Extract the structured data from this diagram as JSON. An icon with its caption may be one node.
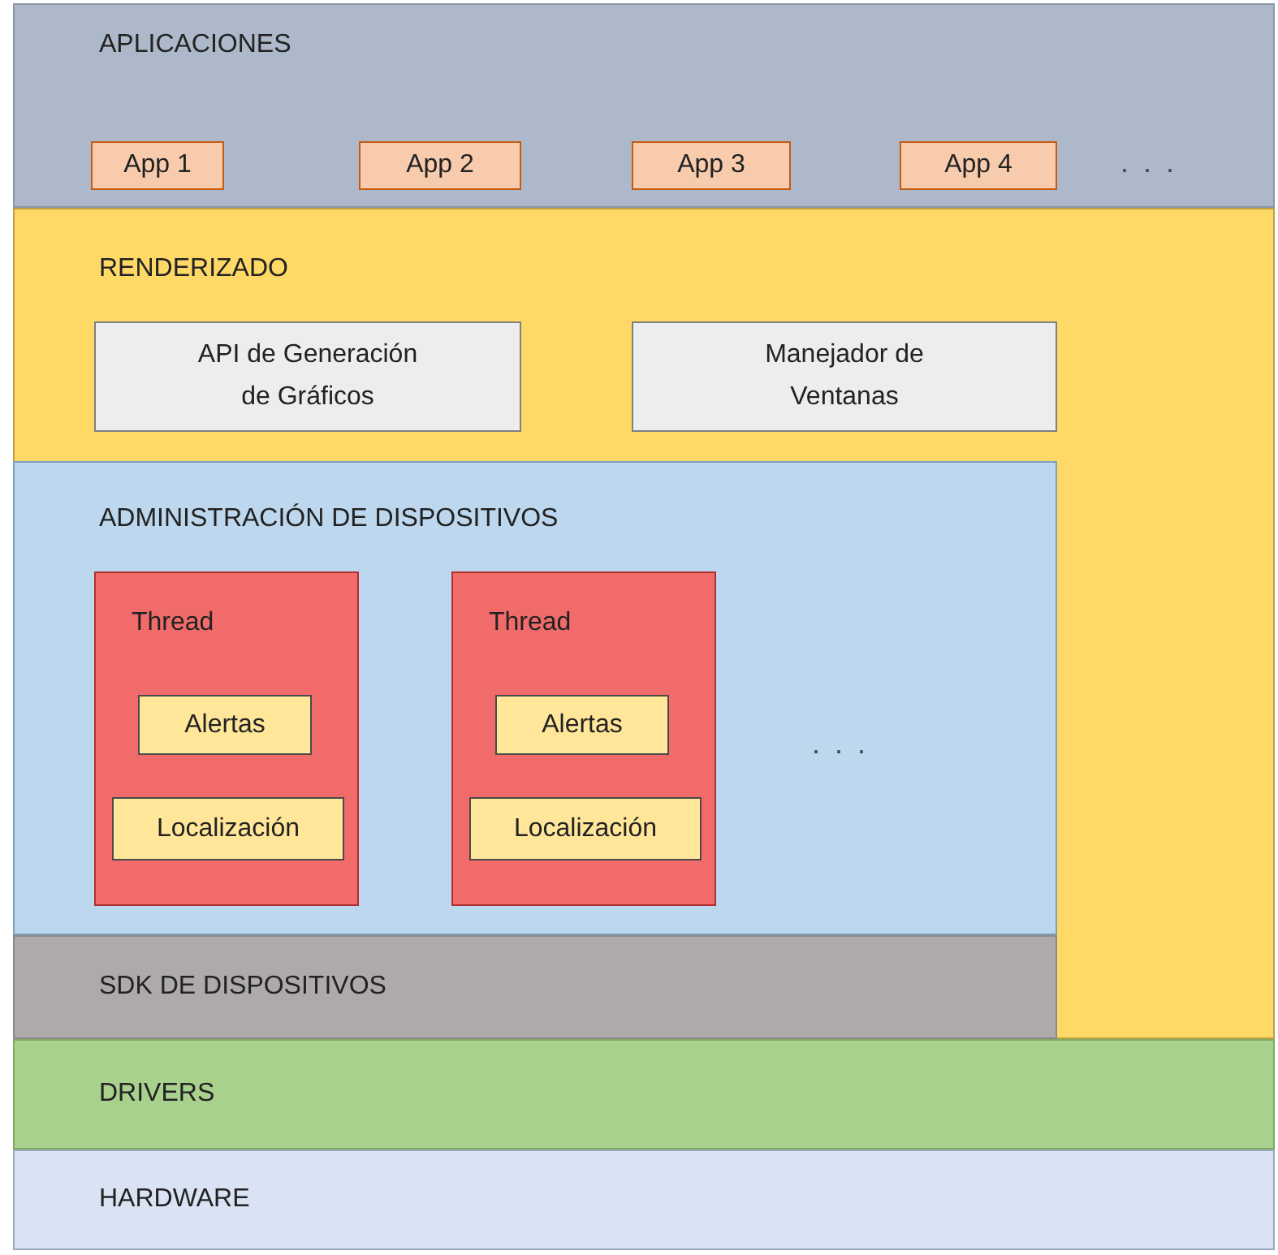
{
  "diagram": {
    "nodes": [
      {
        "text": [
          "APLICACIONES"
        ]
      },
      {
        "text": [
          "App 1"
        ],
        "in": 0
      },
      {
        "text": [
          "App 2"
        ],
        "in": 0
      },
      {
        "text": [
          "App 3"
        ],
        "in": 0
      },
      {
        "text": [
          "App 4"
        ],
        "in": 0
      },
      {
        "text": [
          "RENDERIZADO"
        ]
      },
      {
        "text": [
          "API de Generación de Gráficos"
        ],
        "in": 5
      },
      {
        "text": [
          "Manejador de Ventanas"
        ],
        "in": 5
      },
      {
        "text": [
          "ADMINISTRACIÓN DE DISPOSITIVOS"
        ],
        "in": 5
      },
      {
        "text": [
          "Thread"
        ],
        "in": 8
      },
      {
        "text": [
          "Alertas"
        ],
        "in": 9
      },
      {
        "text": [
          "Localización"
        ],
        "in": 9
      },
      {
        "text": [
          "Thread"
        ],
        "in": 8
      },
      {
        "text": [
          "Alertas"
        ],
        "in": 12
      },
      {
        "text": [
          "Localización"
        ],
        "in": 12
      },
      {
        "text": [
          "SDK DE DISPOSITIVOS"
        ],
        "in": 5
      },
      {
        "text": [
          "DRIVERS"
        ]
      },
      {
        "text": [
          "HARDWARE"
        ]
      }
    ],
    "labels": [
      ". . .",
      ". . ."
    ]
  }
}
